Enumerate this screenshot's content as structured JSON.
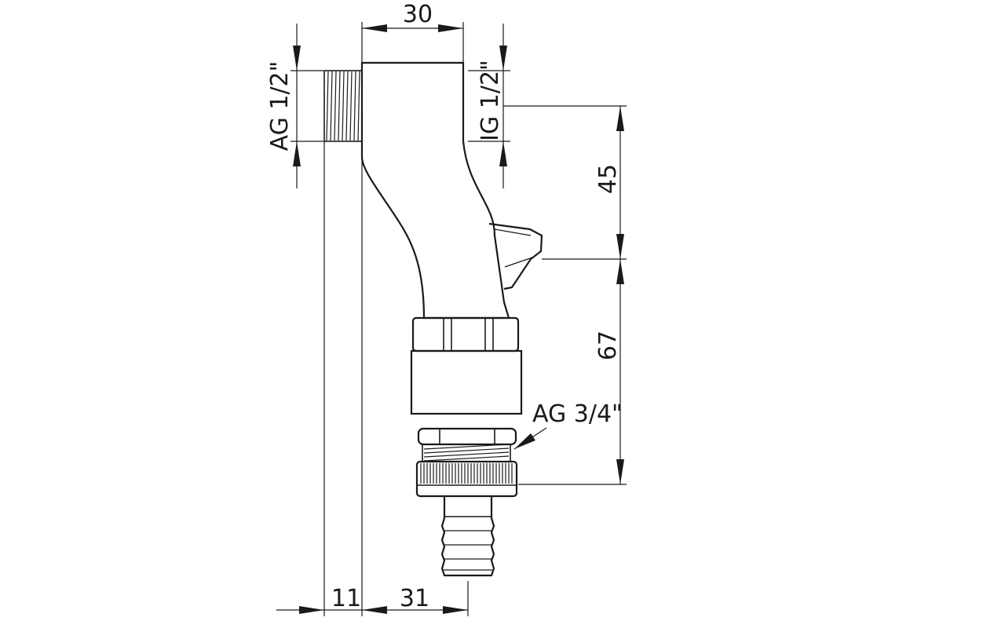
{
  "dimensions": {
    "top_width": "30",
    "left_thread": "AG 1/2\"",
    "right_thread": "IG 1/2\"",
    "upper_height": "45",
    "lower_height": "67",
    "outlet_thread": "AG 3/4\"",
    "bottom_left": "11",
    "bottom_right": "31"
  },
  "colors": {
    "line": "#1a1a1a",
    "background": "#ffffff"
  }
}
